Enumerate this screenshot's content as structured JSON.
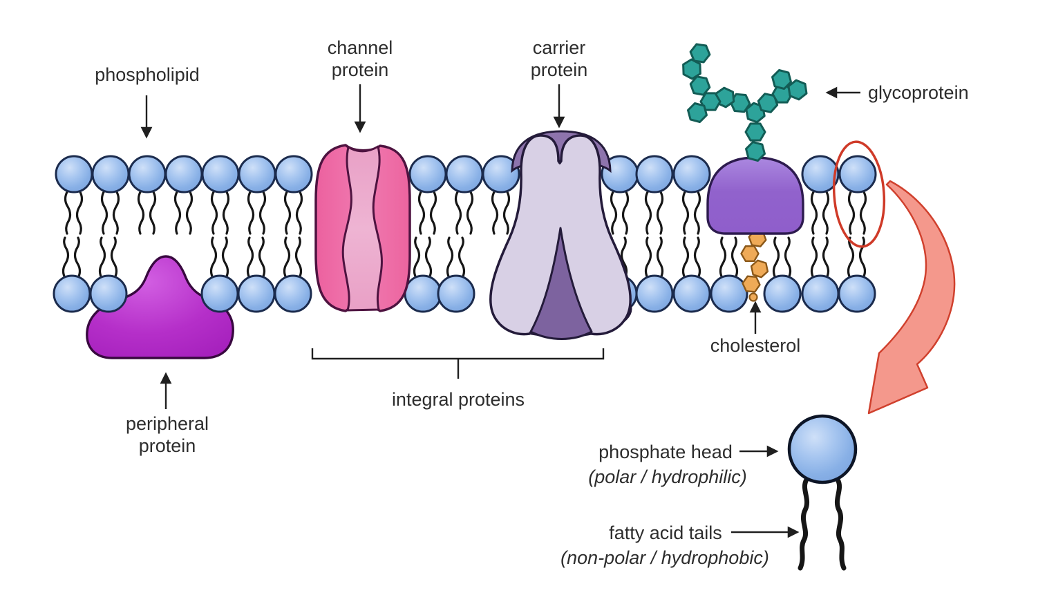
{
  "labels": {
    "phospholipid": "phospholipid",
    "channel_protein_1": "channel",
    "channel_protein_2": "protein",
    "carrier_protein_1": "carrier",
    "carrier_protein_2": "protein",
    "glycoprotein": "glycoprotein",
    "cholesterol": "cholesterol",
    "peripheral_protein_1": "peripheral",
    "peripheral_protein_2": "protein",
    "integral_proteins": "integral proteins",
    "phosphate_head": "phosphate head",
    "phosphate_head_note": "(polar / hydrophilic)",
    "fatty_acid_tails": "fatty acid tails",
    "fatty_acid_tails_note": "(non-polar / hydrophobic)"
  },
  "colors": {
    "phospholipid_head": "#8fb6ea",
    "phospholipid_head_outline": "#1b2b4d",
    "tail": "#161616",
    "channel_protein": "#ee74ab",
    "channel_protein_inner": "#eaa8ca",
    "channel_outline": "#4e1340",
    "carrier_protein_light": "#d8d0e5",
    "carrier_protein_dark": "#7d639f",
    "carrier_protein_cap": "#8e74ad",
    "glycoprotein_body": "#9468cf",
    "glycoprotein_chain": "#2da39a",
    "glycoprotein_chain_outline": "#135c55",
    "cholesterol": "#efaa57",
    "cholesterol_outline": "#8a5718",
    "peripheral_protein": "#b52fc9",
    "annotation_red": "#d0402d",
    "annotation_red_fill": "#f4988c",
    "text": "#2d2d2d"
  }
}
